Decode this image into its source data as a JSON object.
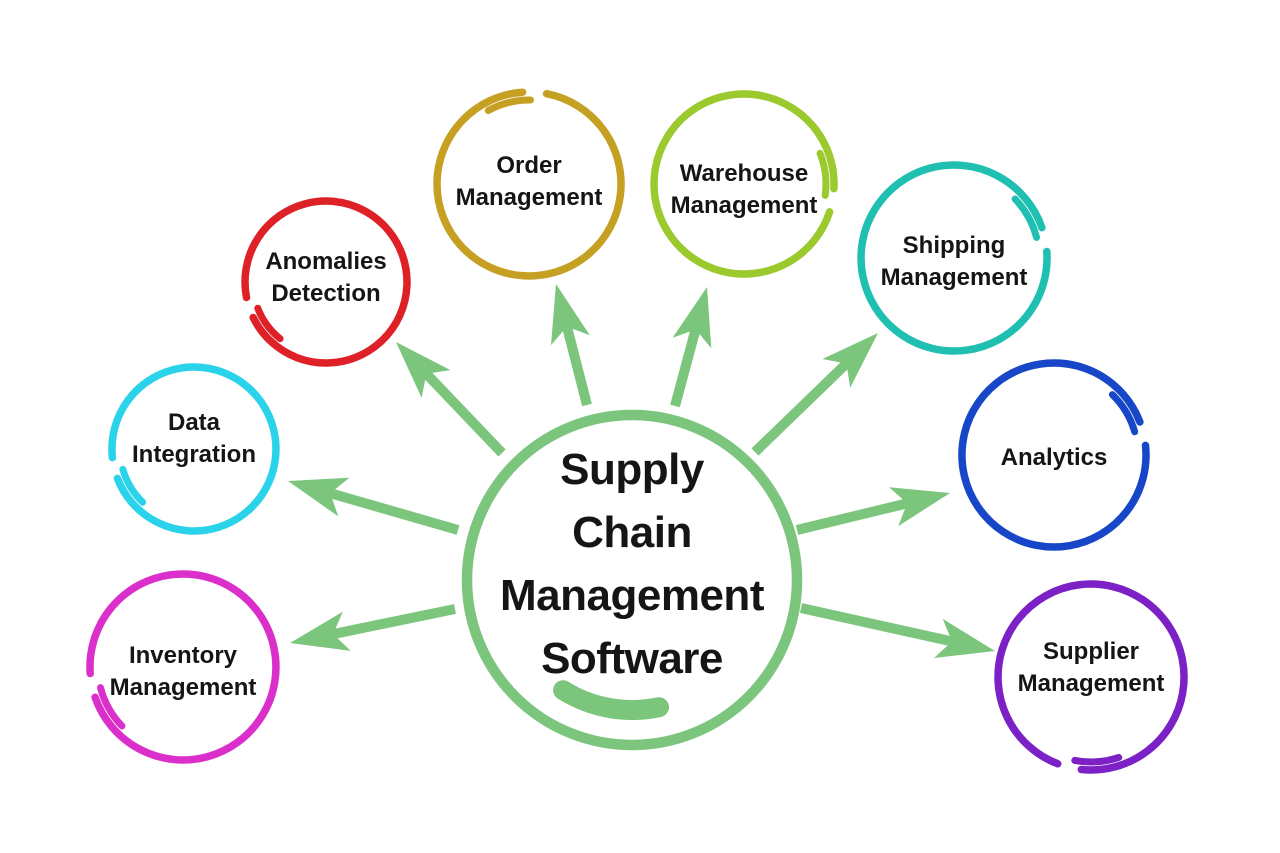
{
  "diagram": {
    "background": "#FFFFFF",
    "text_color": "#151515",
    "arrow_color": "#7BC57C",
    "center": {
      "id": "supply-chain-management-software",
      "label": "Supply\nChain\nManagement\nSoftware",
      "color": "#7BC57C"
    },
    "nodes": [
      {
        "id": "order-management",
        "label": "Order\nManagement",
        "color": "#C6A023"
      },
      {
        "id": "warehouse-management",
        "label": "Warehouse\nManagement",
        "color": "#9CC92E"
      },
      {
        "id": "anomalies-detection",
        "label": "Anomalies\nDetection",
        "color": "#DE2127"
      },
      {
        "id": "shipping-management",
        "label": "Shipping\nManagement",
        "color": "#1FBFB2"
      },
      {
        "id": "data-integration",
        "label": "Data\nIntegration",
        "color": "#2BD3EA"
      },
      {
        "id": "analytics",
        "label": "Analytics",
        "color": "#1747C8"
      },
      {
        "id": "inventory-management",
        "label": "Inventory\nManagement",
        "color": "#DB2FCB"
      },
      {
        "id": "supplier-management",
        "label": "Supplier\nManagement",
        "color": "#7B21C5"
      }
    ]
  }
}
